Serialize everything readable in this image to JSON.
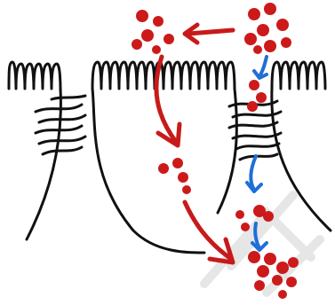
{
  "diagram": {
    "colors": {
      "outline": "#111111",
      "particle": "#cc1a1a",
      "arrow_red": "#c81a1a",
      "arrow_blue": "#1f6fd6",
      "watermark": "#e6e6e6"
    },
    "elements": [
      "cell-membrane-outline",
      "microvilli",
      "tight-junctions",
      "paracellular-route-red-arrows",
      "transcellular-route-blue-arrows",
      "particle-clusters"
    ]
  }
}
